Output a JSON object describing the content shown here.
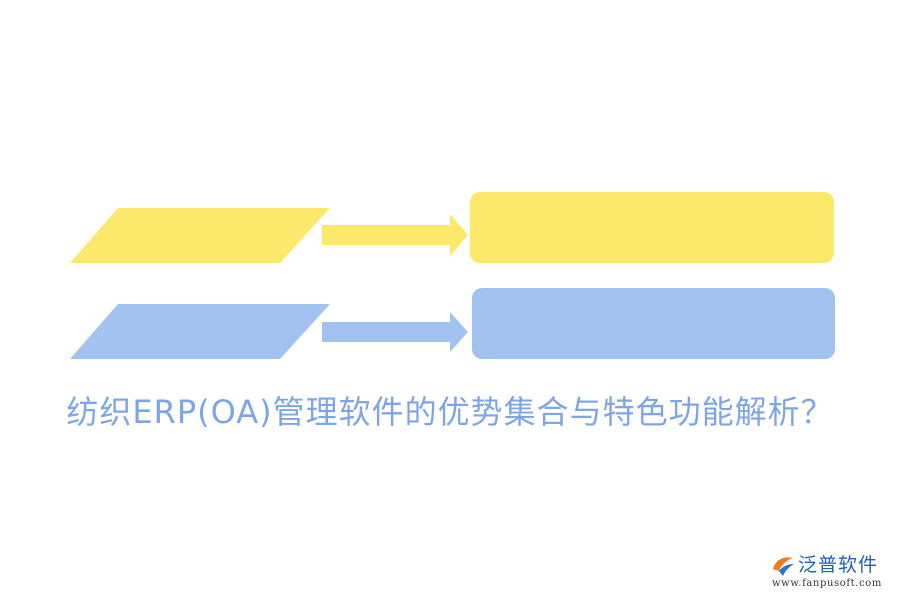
{
  "title": "纺织ERP(OA)管理软件的优势集合与特色功能解析？",
  "colors": {
    "yellow": "#fce86b",
    "blue": "#a2c2ef",
    "title": "#7ea6e6",
    "logo_orange": "#ef7d22",
    "logo_blue": "#2f73c9",
    "logo_text": "#1e5fb8"
  },
  "logo": {
    "name": "泛普软件",
    "url": "www.fanpusoft.com"
  }
}
